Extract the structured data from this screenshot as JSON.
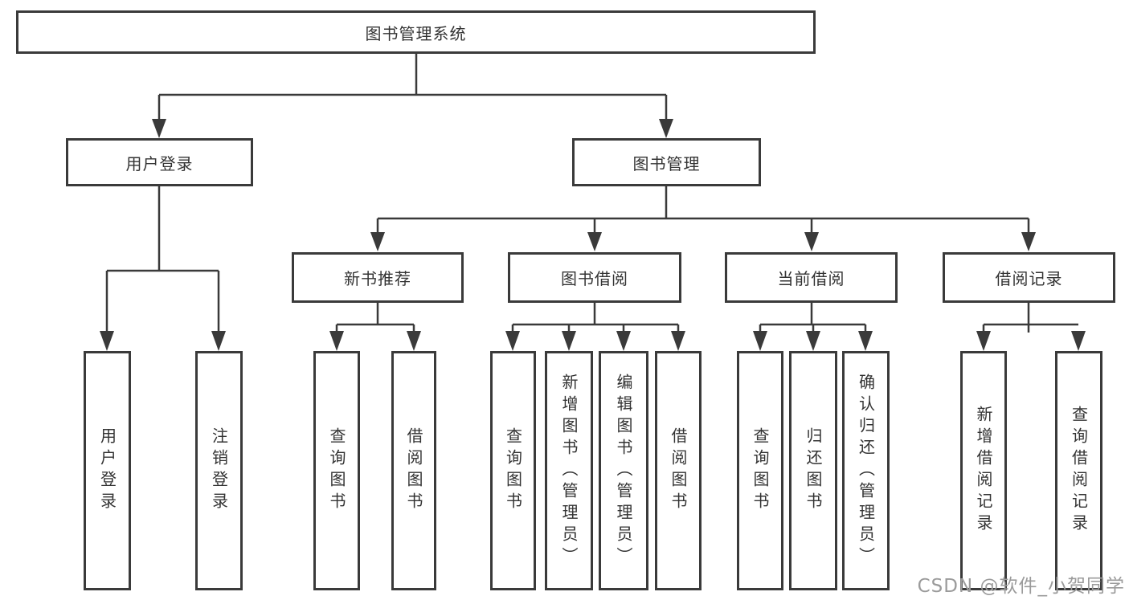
{
  "tree": {
    "root": "图书管理系统",
    "user_login": {
      "label": "用户登录",
      "children": [
        "用户登录",
        "注销登录"
      ]
    },
    "book_mgmt": {
      "label": "图书管理",
      "sections": {
        "new_book": {
          "label": "新书推荐",
          "children": [
            "查询图书",
            "借阅图书"
          ]
        },
        "borrow": {
          "label": "图书借阅",
          "children": [
            "查询图书",
            "新增图书（管理员）",
            "编辑图书（管理员）",
            "借阅图书"
          ]
        },
        "current": {
          "label": "当前借阅",
          "children": [
            "查询图书",
            "归还图书",
            "确认归还（管理员）"
          ]
        },
        "records": {
          "label": "借阅记录",
          "children": [
            "新增借阅记录",
            "查询借阅记录"
          ]
        }
      }
    }
  },
  "watermark": "CSDN @软件_小贺同学",
  "colors": {
    "line": "#3a3a3a",
    "border": "#3a3a3a",
    "text": "#333333",
    "watermark": "#9b9b9b",
    "background": "#ffffff"
  }
}
